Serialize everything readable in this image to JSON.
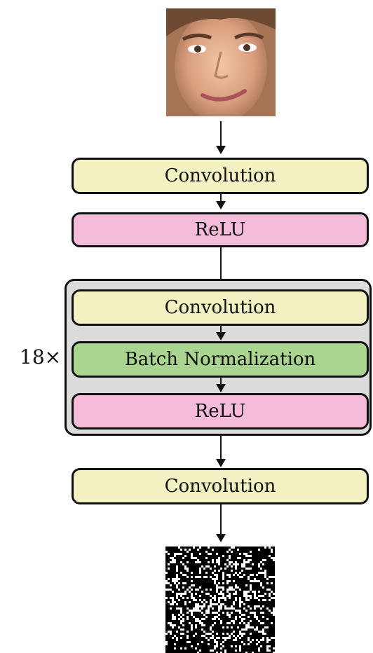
{
  "layers": {
    "conv_1": "Convolution",
    "relu_1": "ReLU",
    "conv_2": "Convolution",
    "bn": "Batch Normalization",
    "relu_2": "ReLU",
    "conv_3": "Convolution"
  },
  "repeat_label": "18×",
  "colors": {
    "convolution": "#f2f2c3",
    "relu": "#f4bcd8",
    "batch_norm": "#a9d591",
    "group_bg": "#dcdcdc"
  }
}
